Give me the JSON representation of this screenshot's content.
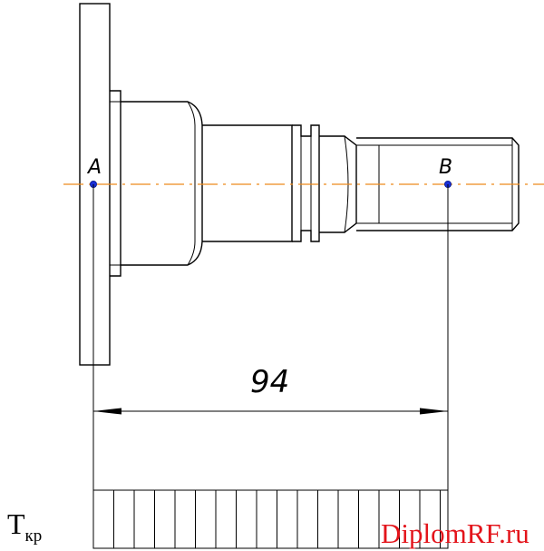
{
  "points": {
    "a": "A",
    "b": "B"
  },
  "dimension": {
    "value": "94"
  },
  "torque": {
    "symbol": "T",
    "subscript": "кр"
  },
  "watermark": {
    "text": "DiplomRF.ru"
  },
  "colors": {
    "axis": "#ee8a1c",
    "point": "#1a2fd6",
    "watermark": "#e3141b"
  }
}
